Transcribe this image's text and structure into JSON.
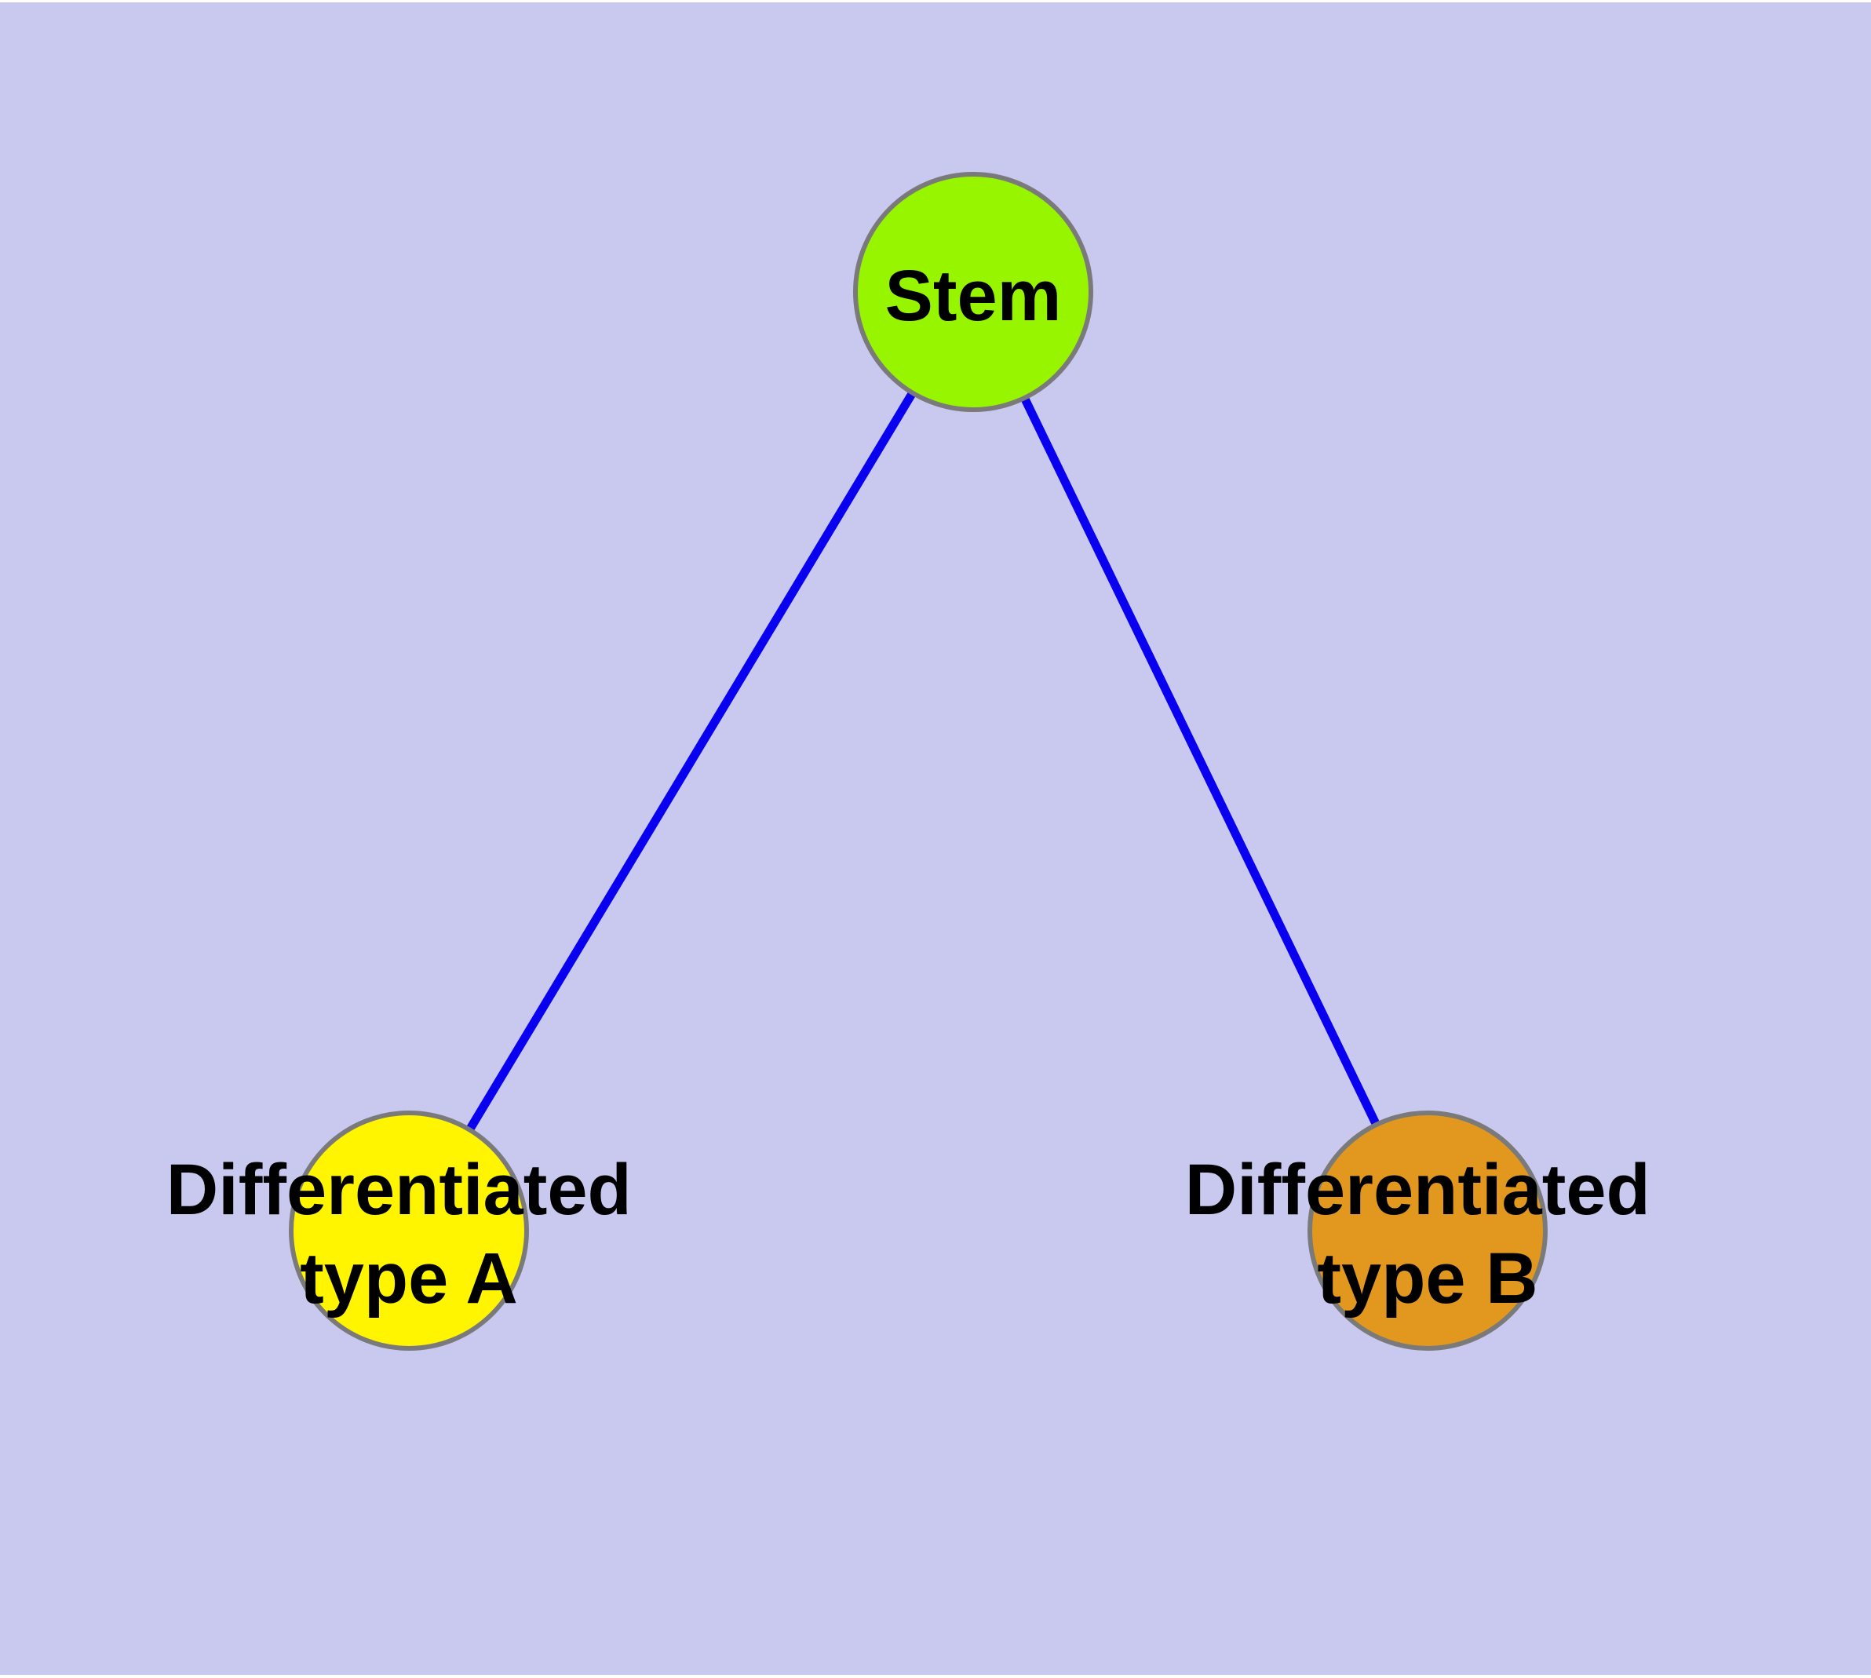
{
  "diagram": {
    "colors": {
      "background": "#C9C9F0",
      "page_margin": "#FFFFFF",
      "edge": "#0A00F0",
      "node_border": "#7A7A7A",
      "label_text": "#000000"
    },
    "nodes": [
      {
        "id": "stem",
        "label": "Stem",
        "line1": "Stem",
        "line2": "",
        "fill": "#98F500"
      },
      {
        "id": "type-a",
        "label": "Differentiated type A",
        "line1": "Differentiated",
        "line2": "type A",
        "fill": "#FFF500"
      },
      {
        "id": "type-b",
        "label": "Differentiated type B",
        "line1": "Differentiated",
        "line2": "type B",
        "fill": "#E2981E"
      }
    ],
    "edges": [
      {
        "from": "Stem",
        "to": "Differentiated type A"
      },
      {
        "from": "Stem",
        "to": "Differentiated type B"
      }
    ]
  }
}
